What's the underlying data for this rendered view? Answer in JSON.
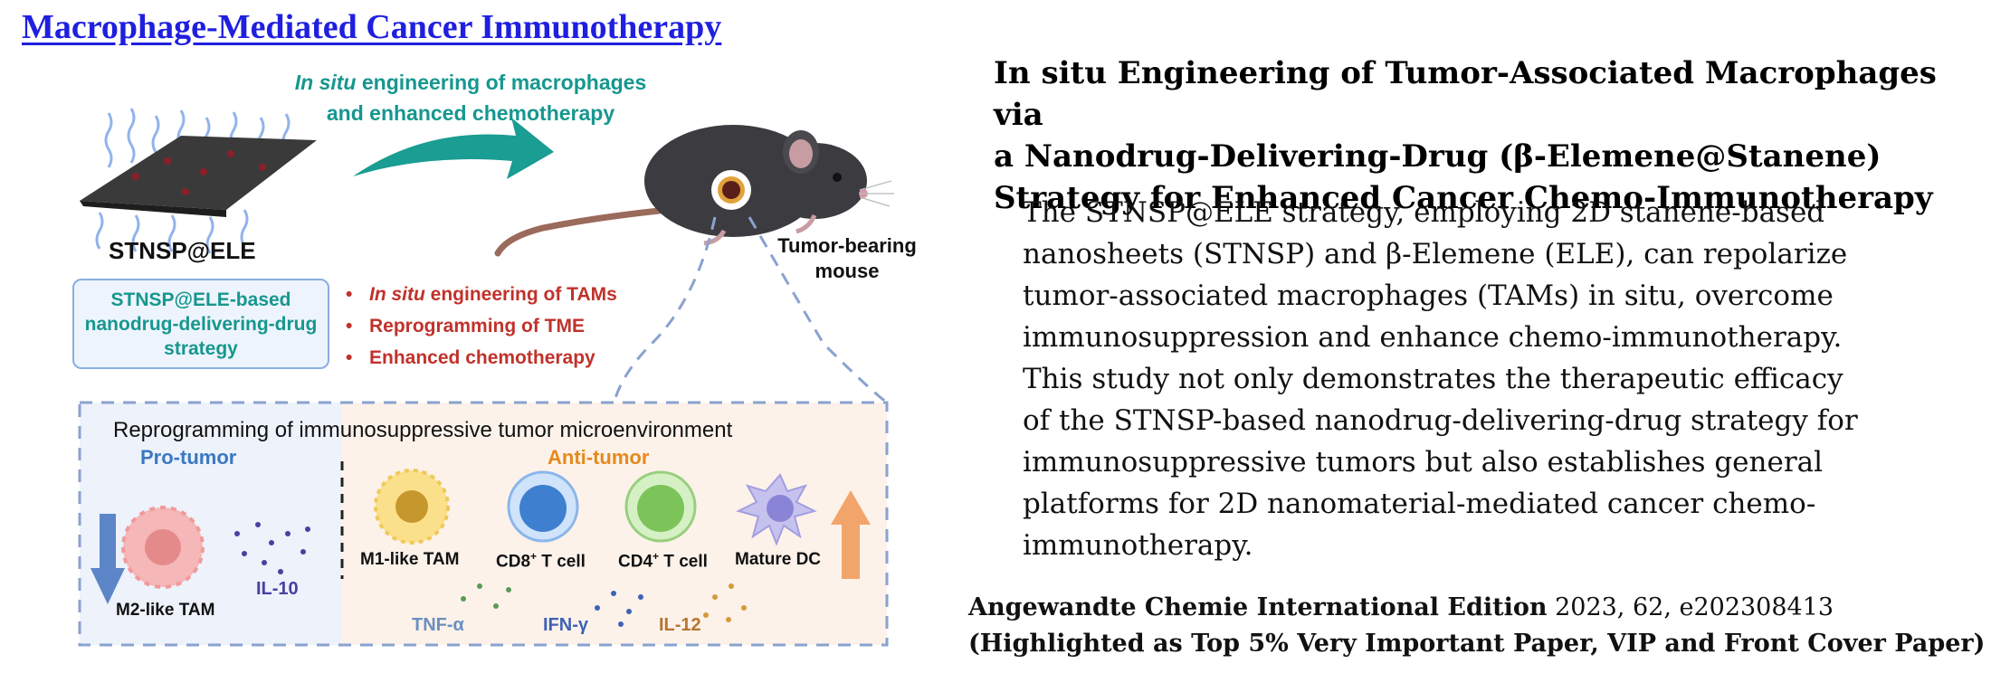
{
  "header": {
    "title": "Macrophage-Mediated Cancer Immunotherapy"
  },
  "diagram": {
    "flow_label_italic": "In situ",
    "flow_label_line1_rest": " engineering of macrophages",
    "flow_label_line2": "and enhanced chemotherapy",
    "material_label": "STNSP@ELE",
    "mouse_label_line1": "Tumor-bearing",
    "mouse_label_line2": "mouse",
    "strategy_line1": "STNSP@ELE-based",
    "strategy_line2": "nanodrug-delivering-drug",
    "strategy_line3": "strategy",
    "bullets": [
      {
        "italic": "In situ",
        "rest": " engineering of TAMs"
      },
      {
        "italic": "",
        "rest": "Reprogramming of TME"
      },
      {
        "italic": "",
        "rest": "Enhanced chemotherapy"
      }
    ],
    "tme_title": "Reprogramming of immunosuppressive tumor microenvironment",
    "pro_tumor": "Pro-tumor",
    "anti_tumor": "Anti-tumor",
    "cells": {
      "m2": "M2-like TAM",
      "m1": "M1-like TAM",
      "cd8_prefix": "CD8",
      "cd8_sup": "+",
      "cd8_suffix": " T cell",
      "cd4_prefix": "CD4",
      "cd4_sup": "+",
      "cd4_suffix": " T cell",
      "dc": "Mature DC"
    },
    "cytokines": {
      "il10": "IL-10",
      "tnf": "TNF-α",
      "ifn": "IFN-γ",
      "il12": "IL-12"
    },
    "colors": {
      "teal": "#16978f",
      "red": "#c0322b",
      "pro_blue": "#3b78c2",
      "anti_orange": "#e58a1c",
      "il10_purple": "#4a3fa0",
      "tnf_blue": "#6a8fc0",
      "ifn_blue": "#3d62b5",
      "il12_brown": "#b8742e"
    }
  },
  "paper": {
    "title_line1": "In situ Engineering of Tumor-Associated Macrophages via",
    "title_line2": "a Nanodrug-Delivering-Drug (β-Elemene@Stanene)",
    "title_line3": "Strategy for Enhanced Cancer Chemo-Immunotherapy",
    "paragraph_lines": [
      "The STNSP@ELE strategy, employing 2D stanene-based",
      "nanosheets (STNSP) and β-Elemene (ELE), can repolarize",
      "tumor-associated macrophages (TAMs) in situ, overcome",
      "immunosuppression and enhance chemo-immunotherapy.",
      "This study not only demonstrates the therapeutic efficacy",
      "of the STNSP-based nanodrug-delivering-drug strategy for",
      "immunosuppressive tumors but also establishes general",
      "platforms for 2D nanomaterial-mediated cancer chemo-",
      "immunotherapy."
    ],
    "journal": "Angewandte Chemie International Edition",
    "journal_details": " 2023, 62, e202308413",
    "highlight": "(Highlighted as Top 5% Very Important Paper, VIP and Front Cover Paper)"
  }
}
